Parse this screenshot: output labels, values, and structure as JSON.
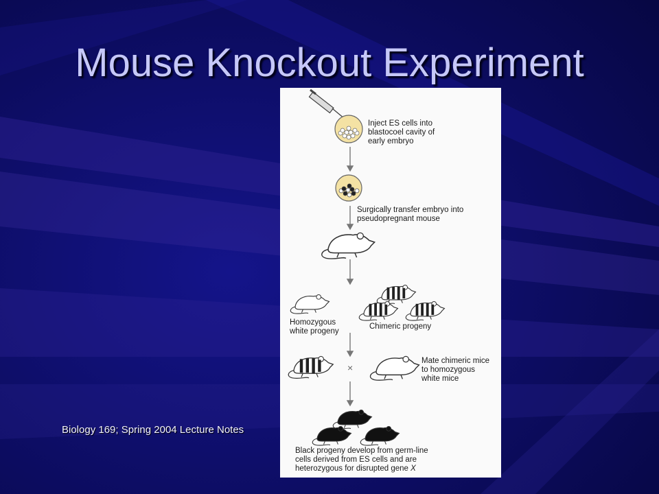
{
  "slide": {
    "title": "Mouse Knockout Experiment",
    "footer": "Biology 169; Spring 2004 Lecture Notes"
  },
  "figure": {
    "step1": [
      "Inject ES cells into",
      "blastocoel cavity of",
      "early embryo"
    ],
    "step2": [
      "Surgically transfer embryo into",
      "pseudopregnant mouse"
    ],
    "left_label": [
      "Homozygous",
      "white progeny"
    ],
    "right_label": "Chimeric progeny",
    "cross_symbol": "×",
    "mate_label": [
      "Mate chimeric mice",
      "to homozygous",
      "white mice"
    ],
    "final_label": [
      "Black progeny develop from germ-line",
      "cells derived from ES cells and are",
      "heterozygous for disrupted gene "
    ],
    "gene_name": "X"
  },
  "colors": {
    "background": "#0b0b5e",
    "title": "#c6c8f8",
    "figure_bg": "#fafafa",
    "ink": "#1a1a1a"
  }
}
